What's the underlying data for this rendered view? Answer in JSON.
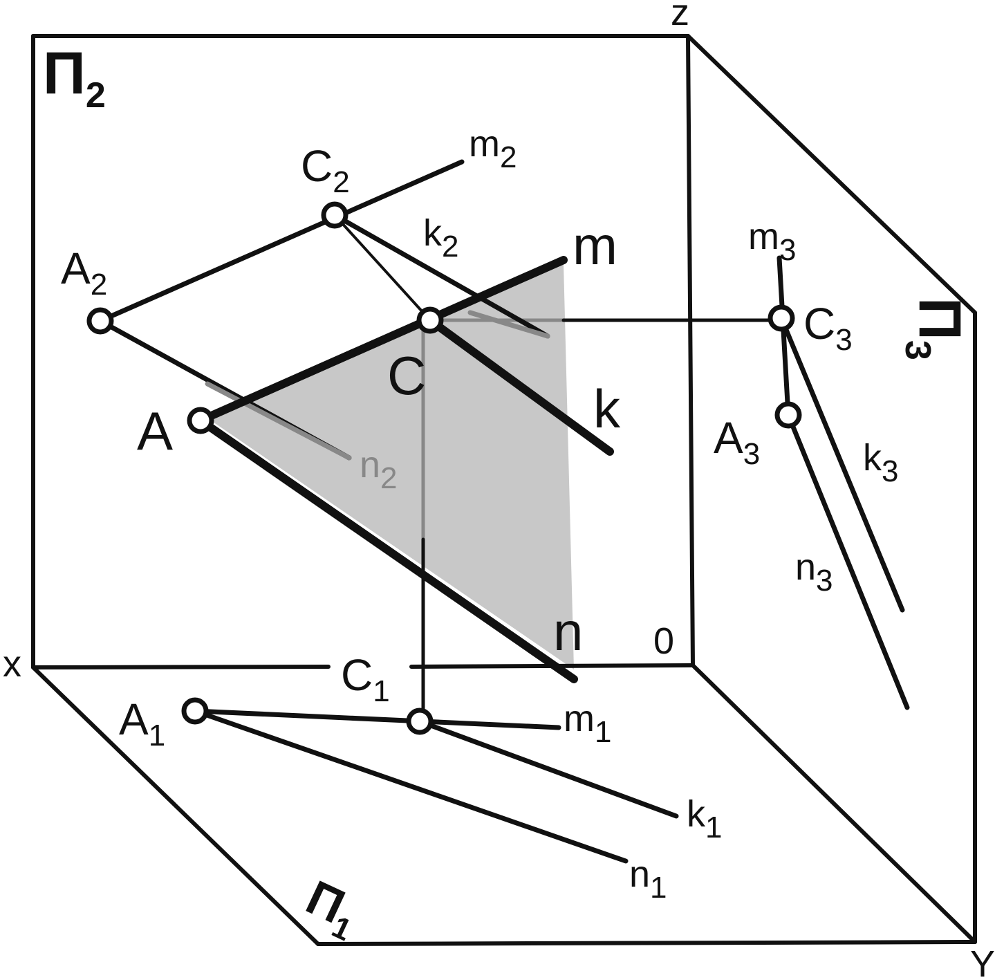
{
  "planes": {
    "frontal": "П",
    "frontal_sub": "2",
    "profile": "П",
    "profile_sub": "3",
    "horizontal": "П",
    "horizontal_sub": "1"
  },
  "axes": {
    "x": "x",
    "y": "Y",
    "z": "z",
    "origin": "0"
  },
  "space": {
    "A": "A",
    "C": "C",
    "m": "m",
    "k": "k",
    "n": "n"
  },
  "frontal_proj": {
    "A": "A",
    "A_sub": "2",
    "C": "C",
    "C_sub": "2",
    "m": "m",
    "m_sub": "2",
    "k": "k",
    "k_sub": "2",
    "n": "n",
    "n_sub": "2"
  },
  "horizontal_proj": {
    "A": "A",
    "A_sub": "1",
    "C": "C",
    "C_sub": "1",
    "m": "m",
    "m_sub": "1",
    "k": "k",
    "k_sub": "1",
    "n": "n",
    "n_sub": "1"
  },
  "profile_proj": {
    "A": "A",
    "A_sub": "3",
    "C": "C",
    "C_sub": "3",
    "m": "m",
    "m_sub": "3",
    "k": "k",
    "k_sub": "3",
    "n": "n",
    "n_sub": "3"
  },
  "colors": {
    "ink": "#111111",
    "shade": "#c8c8c8",
    "hidden": "#888888"
  }
}
